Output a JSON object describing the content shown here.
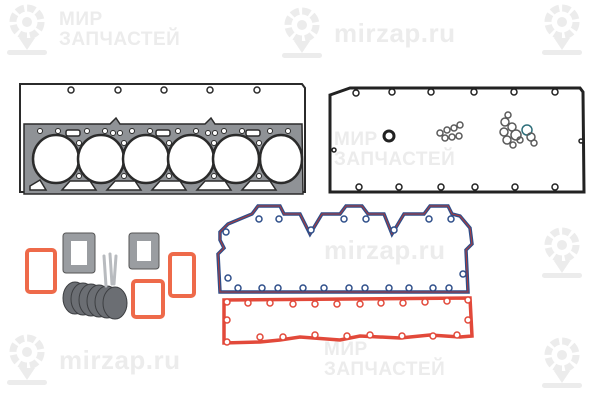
{
  "image": {
    "subject": "Engine gasket kit (upper set)",
    "background": "#ffffff"
  },
  "watermarks": {
    "brand_ru_line1": "МИР",
    "brand_ru_line2": "ЗАПЧАСТЕЙ",
    "brand_url": "mirzap.ru",
    "color": "#ececec"
  },
  "components": [
    {
      "name": "cylinder-head-gasket",
      "color": "#3a3a3a",
      "bores": 6
    },
    {
      "name": "valve-cover-gasket",
      "color": "#2a2a2a"
    },
    {
      "name": "o-ring-set",
      "color": "#555555"
    },
    {
      "name": "intake-manifold-gasket",
      "color": "#2f4f8a",
      "accent": "#c0392b"
    },
    {
      "name": "oil-pan-gasket",
      "color": "#e2493a"
    },
    {
      "name": "exhaust-manifold-gaskets",
      "color": "#6b6e73",
      "count": 6
    },
    {
      "name": "turbo-gaskets",
      "color": "#8a8d91",
      "count": 2
    },
    {
      "name": "orange-flange-gaskets",
      "color": "#ee6a4a",
      "count": 3
    },
    {
      "name": "bolts",
      "color": "#c9ccd0",
      "count": 3
    }
  ]
}
